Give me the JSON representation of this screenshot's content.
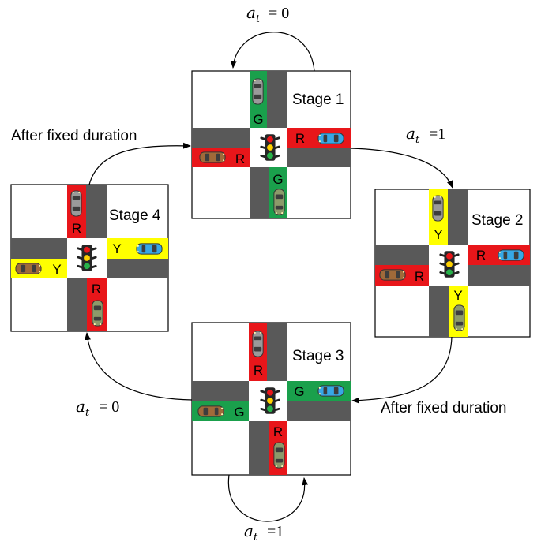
{
  "colors": {
    "green": "#1aa04c",
    "red": "#e8161a",
    "yellow": "#ffff00",
    "road": "#595959"
  },
  "stages": [
    {
      "label": "Stage 1",
      "ns_state": "G",
      "ew_state": "R"
    },
    {
      "label": "Stage 2",
      "ns_state": "Y",
      "ew_state": "R"
    },
    {
      "label": "Stage 3",
      "ns_state": "R",
      "ew_state": "G"
    },
    {
      "label": "Stage 4",
      "ns_state": "R",
      "ew_state": "Y"
    }
  ],
  "transitions": {
    "s1_self": {
      "var": "a",
      "sub": "t",
      "eq": "= 0"
    },
    "s1_to_s2": {
      "var": "a",
      "sub": "t",
      "eq": "=1"
    },
    "s2_to_s3": {
      "text": "After fixed duration"
    },
    "s3_self": {
      "var": "a",
      "sub": "t",
      "eq": "=1"
    },
    "s3_to_s4": {
      "var": "a",
      "sub": "t",
      "eq": "= 0"
    },
    "s4_to_s1": {
      "text": "After fixed duration"
    }
  },
  "icons": [
    "traffic-light-icon",
    "car-icon"
  ]
}
